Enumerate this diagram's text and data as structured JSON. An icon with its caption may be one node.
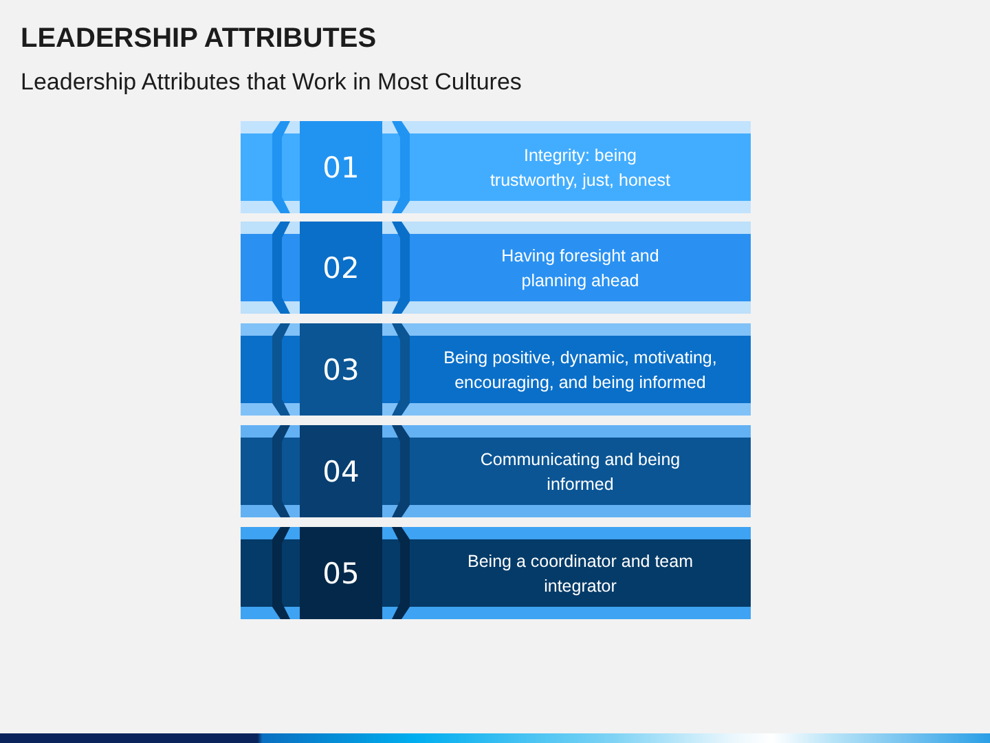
{
  "diagram": {
    "title": "LEADERSHIP ATTRIBUTES",
    "nodes": [
      {
        "text": [
          "01",
          "Integrity: being trustworthy, just, honest"
        ]
      },
      {
        "text": [
          "02",
          "Having foresight and planning ahead"
        ]
      },
      {
        "text": [
          "03",
          "Being positive, dynamic, motivating, encouraging, and being informed"
        ]
      },
      {
        "text": [
          "04",
          "Communicating and being informed"
        ]
      },
      {
        "text": [
          "05",
          "Being a coordinator and team integrator"
        ]
      }
    ],
    "labels": [
      "Leadership Attributes that Work in Most Cultures"
    ]
  }
}
